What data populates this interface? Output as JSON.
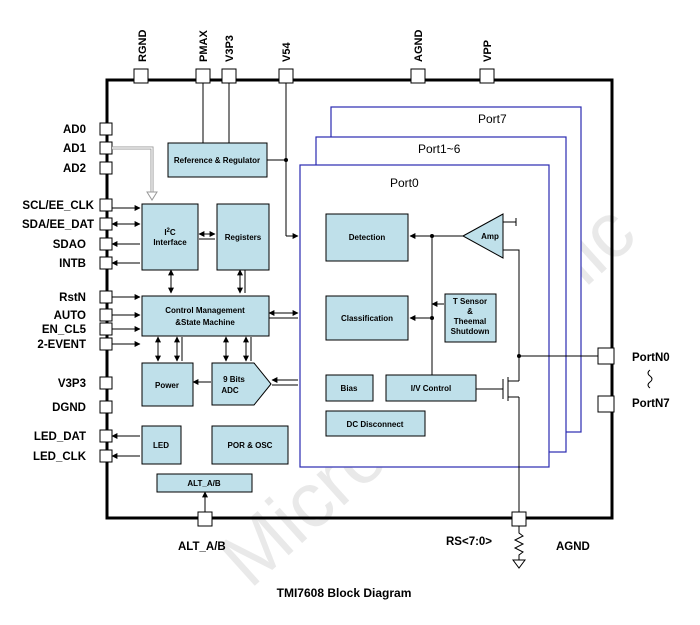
{
  "top_pins": [
    "RGND",
    "PMAX",
    "V3P3",
    "V54",
    "AGND",
    "VPP"
  ],
  "left_pins": [
    "AD0",
    "AD1",
    "AD2",
    "SCL/EE_CLK",
    "SDA/EE_DAT",
    "SDAO",
    "INTB",
    "RstN",
    "AUTO",
    "EN_CL5",
    "2-EVENT",
    "V3P3",
    "DGND",
    "LED_DAT",
    "LED_CLK"
  ],
  "right_pins": {
    "first": "PortN0",
    "last": "PortN7"
  },
  "bottom_labels": {
    "alt": "ALT_A/B",
    "rs": "RS<7:0>",
    "agnd": "AGND"
  },
  "blocks": {
    "ref": "Reference & Regulator",
    "i2c_prefix": "I",
    "i2c_sup": "2",
    "i2c_suffix": "C",
    "i2c_line2": "Interface",
    "registers": "Registers",
    "ctrl_line1": "Control Management",
    "ctrl_line2": "&State Machine",
    "power": "Power",
    "adc_line1": "9 Bits",
    "adc_line2": "ADC",
    "led": "LED",
    "por": "POR & OSC",
    "alt": "ALT_A/B",
    "detection": "Detection",
    "amp": "Amp",
    "classification": "Classification",
    "tsensor_line1": "T Sensor",
    "tsensor_line2": "&",
    "tsensor_line3": "Theemal",
    "tsensor_line4": "Shutdown",
    "bias": "Bias",
    "iv": "I/V Control",
    "dc": "DC Disconnect"
  },
  "ports": {
    "p7": "Port7",
    "p16": "Port1~6",
    "p0": "Port0"
  },
  "caption": "TMI7608 Block Diagram",
  "watermark": "Microelectronic",
  "colors": {
    "block_fill": "#bfe0ea",
    "port_border": "#2a2ab0"
  }
}
